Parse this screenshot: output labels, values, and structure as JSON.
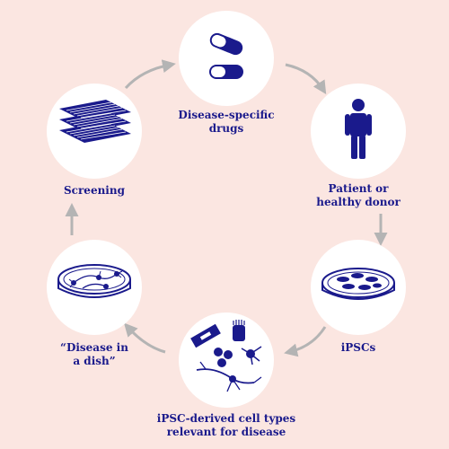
{
  "diagram": {
    "colors": {
      "background": "#fbe6e1",
      "ink": "#1a1a8c",
      "arrow": "#b4b4b4",
      "node": "#ffffff"
    },
    "steps": [
      {
        "id": "drugs",
        "label_lines": [
          "Disease-specific",
          "drugs"
        ],
        "icon": "capsules-icon"
      },
      {
        "id": "patient",
        "label_lines": [
          "Patient or",
          "healthy donor"
        ],
        "icon": "person-icon"
      },
      {
        "id": "ipscs",
        "label_lines": [
          "iPSCs"
        ],
        "icon": "petri-dish-cells-icon"
      },
      {
        "id": "celltypes",
        "label_lines": [
          "iPSC-derived cell types",
          "relevant for disease"
        ],
        "icon": "cell-types-icon"
      },
      {
        "id": "dish",
        "label_lines": [
          "“Disease in",
          "a dish”"
        ],
        "icon": "neuron-dish-icon"
      },
      {
        "id": "screening",
        "label_lines": [
          "Screening"
        ],
        "icon": "plate-stack-icon"
      }
    ]
  }
}
